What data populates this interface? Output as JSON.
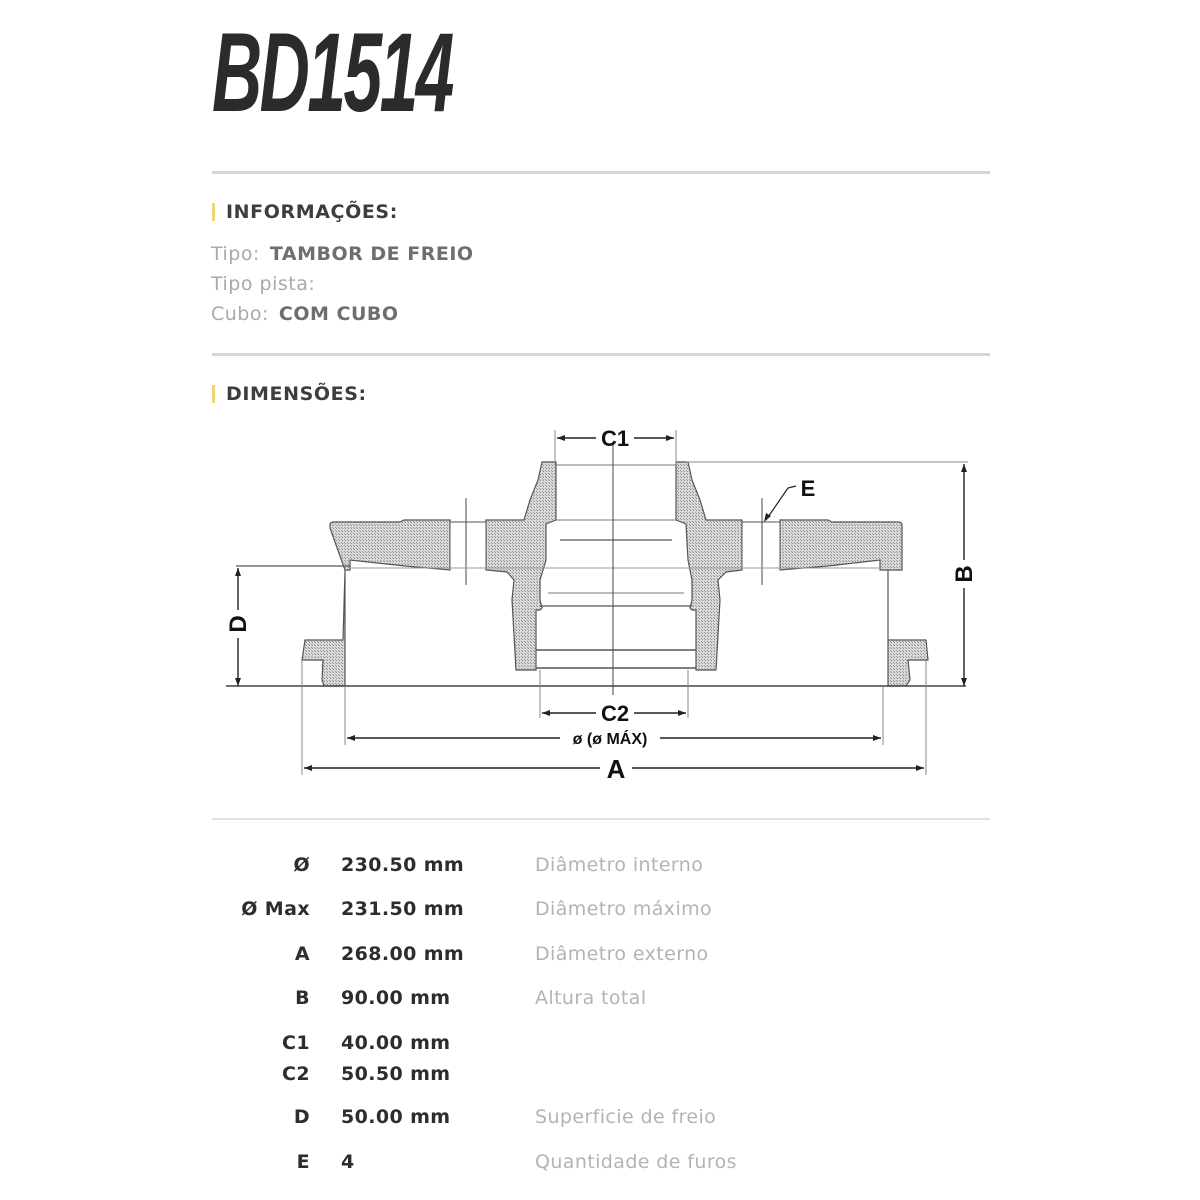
{
  "product": {
    "code": "BD1514"
  },
  "informacoes": {
    "heading": "INFORMAÇÕES:",
    "rows": [
      {
        "label": "Tipo:",
        "value": "TAMBOR DE FREIO"
      },
      {
        "label": "Tipo pista:",
        "value": ""
      },
      {
        "label": "Cubo:",
        "value": "COM CUBO"
      }
    ]
  },
  "dimensoes": {
    "heading": "DIMENSÕES:",
    "diagram": {
      "labels": {
        "c1": "C1",
        "c2": "C2",
        "e": "E",
        "b": "B",
        "d": "D",
        "a": "A",
        "diam": "ø (ø MÁX)"
      },
      "colors": {
        "hatch_fill": "#c8c8c8",
        "line": "#555555",
        "text": "#111111"
      }
    },
    "specs": [
      {
        "key": "Ø",
        "value": "230.50 mm",
        "description": "Diâmetro interno"
      },
      {
        "key": "Ø Max",
        "value": "231.50 mm",
        "description": "Diâmetro máximo"
      },
      {
        "key": "A",
        "value": "268.00 mm",
        "description": "Diâmetro externo"
      },
      {
        "key": "B",
        "value": "90.00 mm",
        "description": "Altura total"
      },
      {
        "key": "C1",
        "value": "40.00 mm",
        "description": ""
      },
      {
        "key": "C2",
        "value": "50.50 mm",
        "description": ""
      },
      {
        "key": "D",
        "value": "50.00 mm",
        "description": "Superficie de freio"
      },
      {
        "key": "E",
        "value": "4",
        "description": "Quantidade de furos"
      }
    ]
  },
  "theme": {
    "accent": "#f0d27a",
    "divider": "#d6d6d6",
    "title_color": "#2b2b2b"
  }
}
